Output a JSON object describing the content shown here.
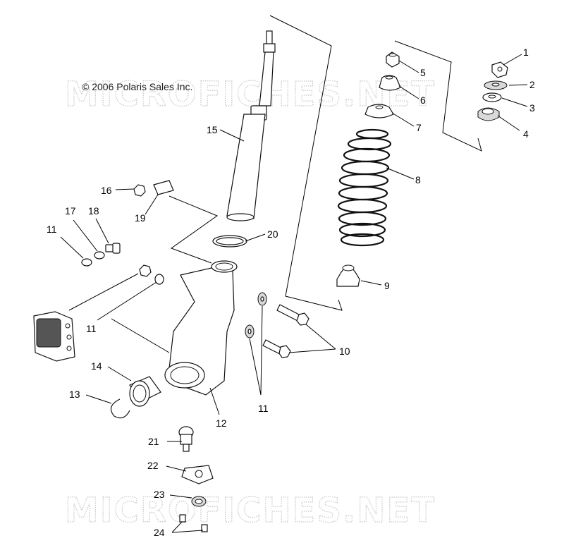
{
  "copyright": "© 2006 Polaris Sales Inc.",
  "watermark": "MICROFICHES.NET",
  "callouts": [
    {
      "id": "c1",
      "label": "1"
    },
    {
      "id": "c2",
      "label": "2"
    },
    {
      "id": "c3",
      "label": "3"
    },
    {
      "id": "c4",
      "label": "4"
    },
    {
      "id": "c5",
      "label": "5"
    },
    {
      "id": "c6",
      "label": "6"
    },
    {
      "id": "c7",
      "label": "7"
    },
    {
      "id": "c8",
      "label": "8"
    },
    {
      "id": "c9",
      "label": "9"
    },
    {
      "id": "c10",
      "label": "10"
    },
    {
      "id": "c11a",
      "label": "11"
    },
    {
      "id": "c11b",
      "label": "11"
    },
    {
      "id": "c11c",
      "label": "11"
    },
    {
      "id": "c12",
      "label": "12"
    },
    {
      "id": "c13",
      "label": "13"
    },
    {
      "id": "c14",
      "label": "14"
    },
    {
      "id": "c15",
      "label": "15"
    },
    {
      "id": "c16",
      "label": "16"
    },
    {
      "id": "c17",
      "label": "17"
    },
    {
      "id": "c18",
      "label": "18"
    },
    {
      "id": "c19",
      "label": "19"
    },
    {
      "id": "c20",
      "label": "20"
    },
    {
      "id": "c21",
      "label": "21"
    },
    {
      "id": "c22",
      "label": "22"
    },
    {
      "id": "c23",
      "label": "23"
    },
    {
      "id": "c24",
      "label": "24"
    }
  ]
}
